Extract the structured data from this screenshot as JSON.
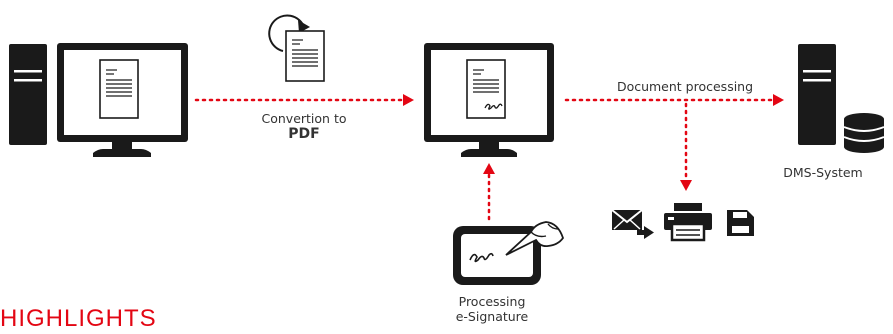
{
  "labels": {
    "conversion_line1": "Convertion to",
    "conversion_line2": "PDF",
    "document_processing": "Document processing",
    "dms_system": "DMS-System",
    "esig_line1": "Processing",
    "esig_line2": "e-Signature",
    "highlights_heading": "HIGHLIGHTS"
  },
  "colors": {
    "arrow": "#e30613",
    "device": "#1a1a1a",
    "heading": "#e30613"
  },
  "icons": [
    "computer-tower-icon",
    "monitor-icon",
    "document-icon",
    "rotate-arrow-icon",
    "signed-document-icon",
    "server-tower-icon",
    "database-icon",
    "signature-pad-icon",
    "pen-hand-icon",
    "mail-forward-icon",
    "printer-icon",
    "floppy-disk-icon"
  ]
}
